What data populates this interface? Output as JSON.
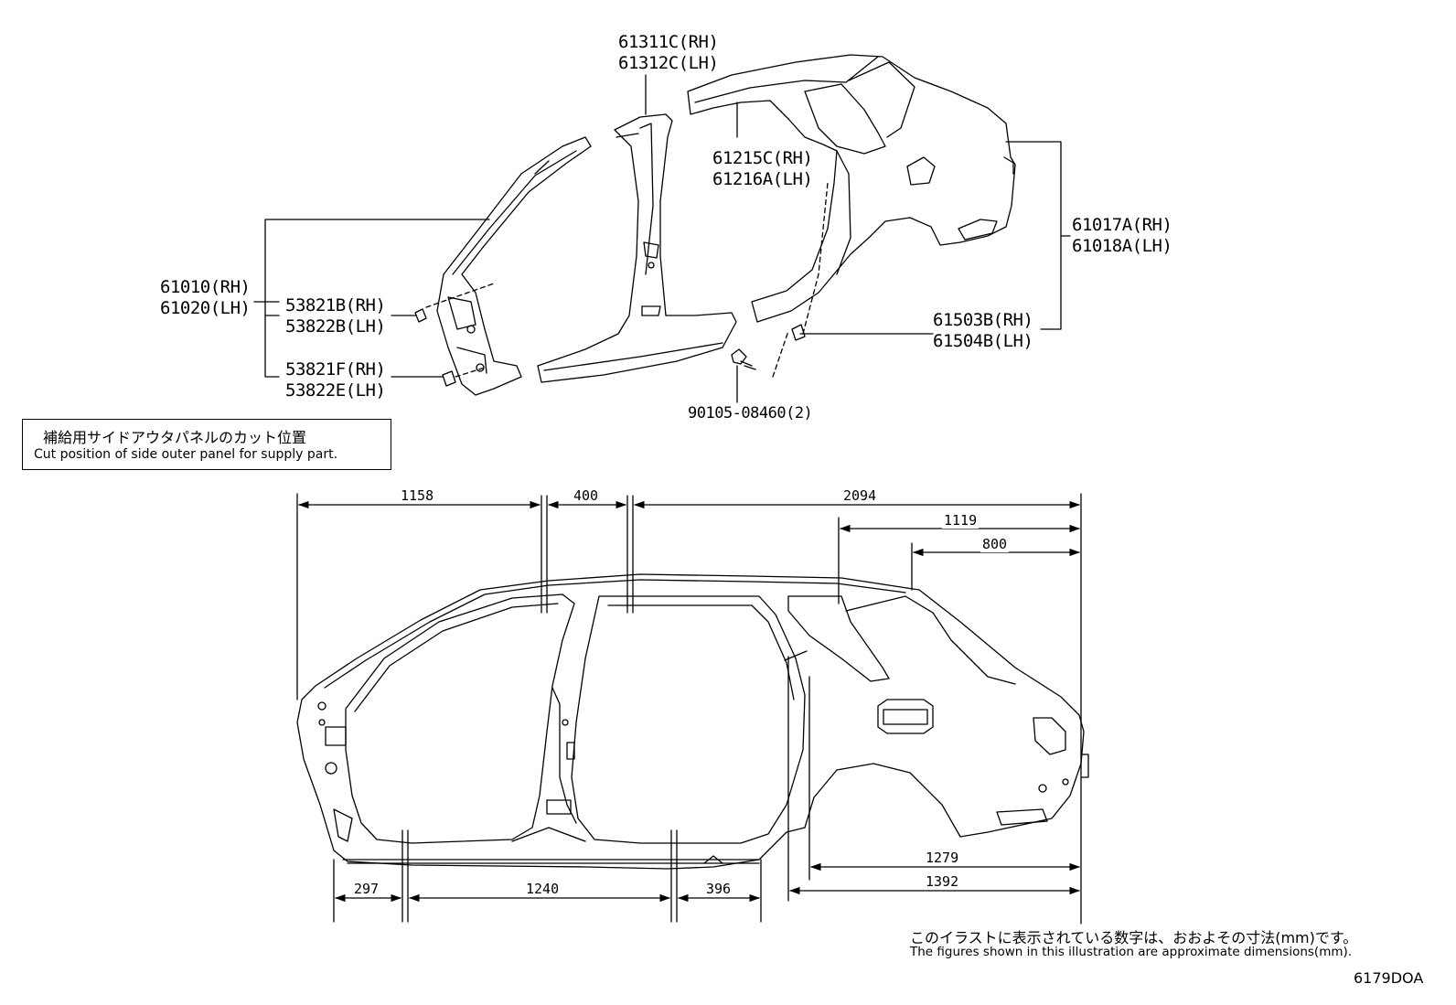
{
  "part_labels": {
    "roof_rail_pillar": [
      "61311C(RH)",
      "61312C(LH)"
    ],
    "roof_side_inner": [
      "61215C(RH)",
      "61216A(LH)"
    ],
    "front_pillar": [
      "61010(RH)",
      "61020(LH)"
    ],
    "quarter_panel": [
      "61017A(RH)",
      "61018A(LH)"
    ],
    "hinge_upper": [
      "53821B(RH)",
      "53822B(LH)"
    ],
    "hinge_lower": [
      "53821F(RH)",
      "53822E(LH)"
    ],
    "bracket": [
      "61503B(RH)",
      "61504B(LH)"
    ],
    "bolt": "90105-08460(2)"
  },
  "cut_note": {
    "jp": "補給用サイドアウタパネルのカット位置",
    "en": "Cut position of side outer panel for supply part."
  },
  "dimensions": {
    "top_1158": "1158",
    "top_400": "400",
    "top_2094": "2094",
    "top_1119": "1119",
    "top_800": "800",
    "bottom_297": "297",
    "bottom_1240": "1240",
    "bottom_396": "396",
    "bottom_1279": "1279",
    "bottom_1392": "1392"
  },
  "footer": {
    "jp": "このイラストに表示されている数字は、おおよその寸法(mm)です。",
    "en": "The figures shown in this illustration are approximate dimensions(mm).",
    "illustration_id": "6179DOA"
  }
}
